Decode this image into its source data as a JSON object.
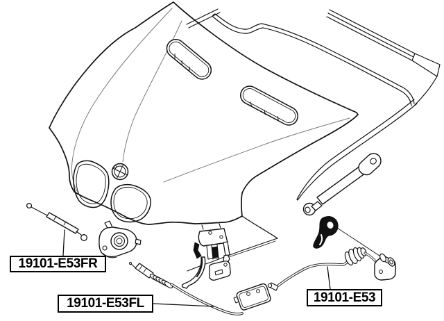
{
  "diagram": {
    "type": "parts-diagram",
    "subject": "vehicle hood assembly with release cables, seal strips, gas strut and lock parts",
    "background_color": "#ffffff",
    "line_color": "#000000",
    "labels": [
      {
        "id": "front-right-cable",
        "text": "19101-E53FR"
      },
      {
        "id": "front-left-cable",
        "text": "19101-E53FL"
      },
      {
        "id": "main-cable",
        "text": "19101-E53"
      }
    ],
    "parts": [
      "hood-panel",
      "hood-vent-left",
      "hood-vent-right",
      "kidney-grille-left",
      "kidney-grille-right",
      "brand-roundel",
      "rear-seal-strip",
      "side-seal-tail",
      "gas-strut",
      "hook-bracket",
      "hood-latch",
      "hood-lock-with-lever",
      "striker-plate",
      "release-cable-front-right",
      "release-cable-front-left",
      "release-cable-main",
      "cable-connector-box",
      "cable-end-bracket"
    ]
  }
}
